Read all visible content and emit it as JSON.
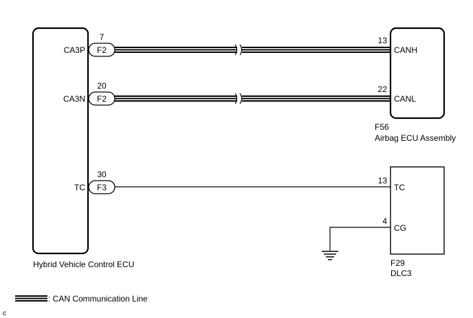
{
  "components": {
    "hv_ecu": {
      "name": "Hybrid Vehicle Control ECU"
    },
    "airbag_ecu": {
      "code": "F56",
      "name": "Airbag ECU Assembly"
    },
    "dlc3": {
      "code": "F29",
      "name": "DLC3"
    }
  },
  "connections": {
    "canh": {
      "ecu_terminal": "CA3P",
      "connector": "F2",
      "ecu_pin": "7",
      "dest_pin": "13",
      "dest_terminal": "CANH",
      "type": "can"
    },
    "canl": {
      "ecu_terminal": "CA3N",
      "connector": "F2",
      "ecu_pin": "20",
      "dest_pin": "22",
      "dest_terminal": "CANL",
      "type": "can"
    },
    "tc": {
      "ecu_terminal": "TC",
      "connector": "F3",
      "ecu_pin": "30",
      "dest_pin": "13",
      "dest_terminal": "TC",
      "type": "single"
    },
    "cg": {
      "dest_pin": "4",
      "dest_terminal": "CG",
      "to": "ground"
    }
  },
  "legend": {
    "label": ": CAN Communication Line"
  },
  "corner_mark": "c"
}
